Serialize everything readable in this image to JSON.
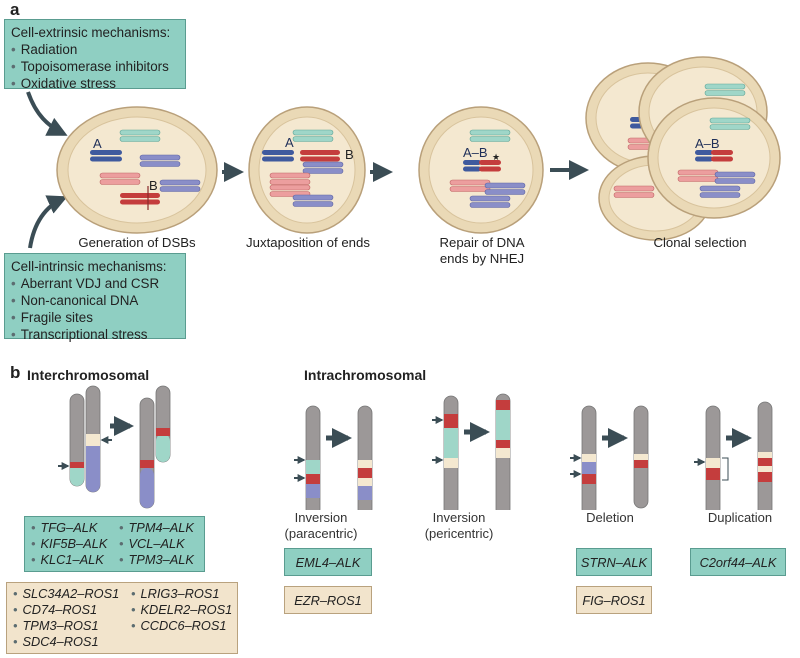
{
  "panel_a": {
    "label": "a",
    "extrinsic": {
      "title": "Cell-extrinsic mechanisms:",
      "items": [
        "Radiation",
        "Topoisomerase inhibitors",
        "Oxidative stress"
      ]
    },
    "intrinsic": {
      "title": "Cell-intrinsic mechanisms:",
      "items": [
        "Aberrant VDJ and CSR",
        "Non-canonical DNA",
        "Fragile sites",
        "Transcriptional stress"
      ]
    },
    "steps": [
      "Generation of DSBs",
      "Juxtaposition of ends",
      "Repair of DNA ends by NHEJ",
      "Clonal selection"
    ],
    "labels": {
      "a": "A",
      "b": "B",
      "ab": "A–B",
      "star": "★"
    }
  },
  "panel_b": {
    "label": "b",
    "interchromosomal": {
      "title": "Interchromosomal",
      "alk_col1": [
        "TFG–ALK",
        "KIF5B–ALK",
        "KLC1–ALK"
      ],
      "alk_col2": [
        "TPM4–ALK",
        "VCL–ALK",
        "TPM3–ALK"
      ],
      "ros_col1": [
        "SLC34A2–ROS1",
        "CD74–ROS1",
        "TPM3–ROS1",
        "SDC4–ROS1"
      ],
      "ros_col2": [
        "LRIG3–ROS1",
        "KDELR2–ROS1",
        "CCDC6–ROS1"
      ]
    },
    "intrachromosomal": {
      "title": "Intrachromosomal",
      "types": [
        {
          "line1": "Inversion",
          "line2": "(paracentric)",
          "alk": "EML4–ALK",
          "ros": "EZR–ROS1"
        },
        {
          "line1": "Inversion",
          "line2": "(pericentric)",
          "alk": "",
          "ros": ""
        },
        {
          "line1": "Deletion",
          "line2": "",
          "alk": "STRN–ALK",
          "ros": "FIG–ROS1"
        },
        {
          "line1": "Duplication",
          "line2": "",
          "alk": "C2orf44–ALK",
          "ros": ""
        }
      ]
    }
  },
  "colors": {
    "teal_box": "#8fcfc2",
    "beige_box": "#f2e4cc",
    "cell": "#ead9b6",
    "nucleus": "#f4e8d0",
    "chromosome": "#9c9898",
    "red_band": "#c43d3d",
    "blue_band": "#8a8ec8",
    "teal_band": "#9fd6c8",
    "arrow": "#3b4d55"
  }
}
